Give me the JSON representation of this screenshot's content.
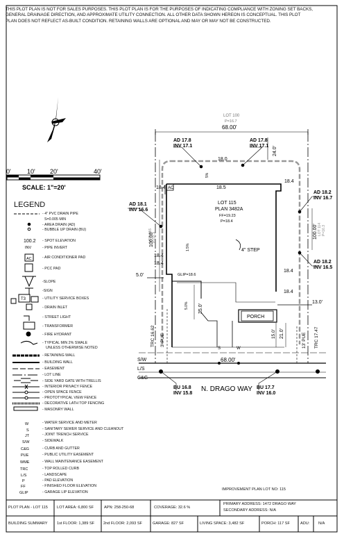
{
  "disclaimer": {
    "line1": "THIS PLOT PLAN IS NOT FOR SALES PURPOSES. THIS PLOT PLAN IS FOR THE PURPOSES OF INDICATING COMPLIANCE WITH ZONING SET BACKS,",
    "line2": "GENERAL DRAINAGE DIRECTION, AND APPROXIMATE UTILITY CONNECTION. ALL OTHER DATA SHOWN HEREON IS CONCEPTUAL.  THIS PLOT",
    "line3": "PLAN DOES NOT REFLECT AS-BUILT CONDITION. RETAINING WALLS ARE OPTIONAL AND MAY OR MAY NOT BE CONSTRUCTED."
  },
  "scale": {
    "ticks": [
      "0'",
      "10'",
      "20'",
      "40'"
    ],
    "label": "SCALE:  1\"=20'"
  },
  "legend": {
    "title": "LEGEND",
    "items": [
      "- 4\" PVC DRAIN PIPE",
      "S=0.005 MIN",
      "- AREA DRAIN (AD)",
      "- BUBBLE UP DRAIN (BU)",
      "- SPOT ELEVATION",
      "- PIPE INVERT",
      "- AIR CONDITIONER PAD",
      "- PCC PAD",
      "-SLOPE",
      "-SIGN",
      "- UTILITY SERVICE BOXES",
      "- DRAIN INLET",
      "- STREET LIGHT",
      "- TRANSFORMER",
      "- FIRE HYDRANT",
      "- TYPICAL MIN 2% SWALE",
      "UNLESS OTHERWISE NOTED",
      "- RETAINING WALL",
      "- BUILDING WALL",
      "- EASEMENT",
      "- LOT LINE",
      "- SIDE YARD GATE WITH TRELLIS",
      "- INTERIOR PRIVACY FENCE",
      "- OPEN SPACE FENCE",
      "- PROTOTYPICAL VIEW FENCE",
      "- DECORATIVE LATH TOP FENCING",
      "- MASONRY WALL",
      "- WATER SERVICE AND METER",
      "- SANITARY SEWER SERVICE AND CLEANOUT",
      "- JOINT TRENCH SERVICE",
      "- SIDEWALK",
      "- CURB AND GUTTER",
      "- PUBLIC UTILITY EASEMENT",
      "- WALL MAINTENANCE EASEMENT",
      "- TOP ROLLED CURB",
      "- LANDSCAPE",
      "- PAD ELEVATION",
      "- FINISHED FLOOR ELEVATION",
      "- GARAGE LIP ELEVATION"
    ],
    "symbols": {
      "spot": "100.2",
      "inv": "INV",
      "ac": "AC",
      "t3": "T3",
      "w": "W",
      "s": "S",
      "jt": "JT",
      "sw": "S/W",
      "cg": "C&G",
      "pue": "PUE",
      "wme": "WME",
      "trc": "TRC",
      "ls": "L/S",
      "p": "P",
      "ff": "FF",
      "glip": "GLIP"
    }
  },
  "plan": {
    "lot100": "LOT 100",
    "lot100_p": "P=16.7",
    "lot_width_top": "68.00'",
    "ad_top_left": "AD  17.8",
    "inv_top_left": "INV  17.1",
    "ad_top_right": "AD  17.8",
    "inv_top_right": "INV  17.1",
    "dim_18_0": "18.0",
    "dim_24_0": "24.0'",
    "dim_5_pct": "5%",
    "dim_18_4_a": "18.4",
    "ac_label": "AC",
    "dim_18_5": "18.5",
    "dim_18_4_b": "18.4",
    "lot_label": "LOT 115",
    "plan_label": "PLAN 3482A",
    "ff_label": "FF=19.23",
    "p_label": "P=18.4",
    "ad_left": "AD  18.1",
    "inv_left": "INV  16.6",
    "lot116": "LOT 116",
    "lot116_p": "P=16.4",
    "depth_left": "100.00'",
    "depth_right": "100.00'",
    "lot114": "LOT 114",
    "lot114_p": "P=16.3",
    "ad_right_top": "AD  18.2",
    "inv_right_top": "INV  16.7",
    "ad_right_bottom": "AD  18.2",
    "inv_right_bottom": "INV  16.5",
    "dim_1_5": "1.5%",
    "step": "4\" STEP",
    "dim_18_4_c": "18.4",
    "dim_18_4_d": "18.4",
    "dim_18_4_e": "18.4",
    "dim_18_4_f": "18.4",
    "setback_left": "5.0'",
    "glip": "GLIP=18.6",
    "dim_5_0": "5.0%",
    "dim_35_0": "35.0'",
    "porch": "PORCH",
    "setback_right": "13.0'",
    "trc_left": "TRC  16.62",
    "pue_left": "3' PUE",
    "dim_21_0": "21.0'",
    "dim_15_0": "15.0'",
    "pue_right": "13' PUE",
    "trc_right": "TRC  17.47",
    "s_label": "S",
    "w_label": "W",
    "sw": "S/W",
    "lot_width_bottom": "68.00'",
    "ls": "L/S",
    "cg": "C&G",
    "bu_left": "BU  16.8",
    "inv_bu_left": "INV  15.8",
    "street": "N. DRAGO WAY",
    "bu_right": "BU  17.7",
    "inv_bu_right": "INV  16.0"
  },
  "improvement_plan": "IMPROVEMENT PLAN LOT NO:   115",
  "title_block": {
    "plot_plan": "PLOT PLAN - LOT  115",
    "lot_area": "LOT AREA:  6,800 SF",
    "apn": "APN:  258-250-68",
    "coverage": "COVERAGE:  32.6 %",
    "primary_address": "PRIMARY ADDRESS: 1472 DRAGO WAY",
    "secondary_address": "SECONDARY ADDRESS: N/A",
    "building_summary": "BUILDING SUMMARY",
    "first_floor": "1st FLOOR:  1,389 SF",
    "second_floor": "2nd FLOOR:  2,093 SF",
    "garage": "GARAGE:  827 SF",
    "living_space": "LIVING SPACE:  3,482 SF",
    "porch": "PORCH:  117 SF",
    "adu": "ADU:",
    "adu_value": "N/A"
  }
}
